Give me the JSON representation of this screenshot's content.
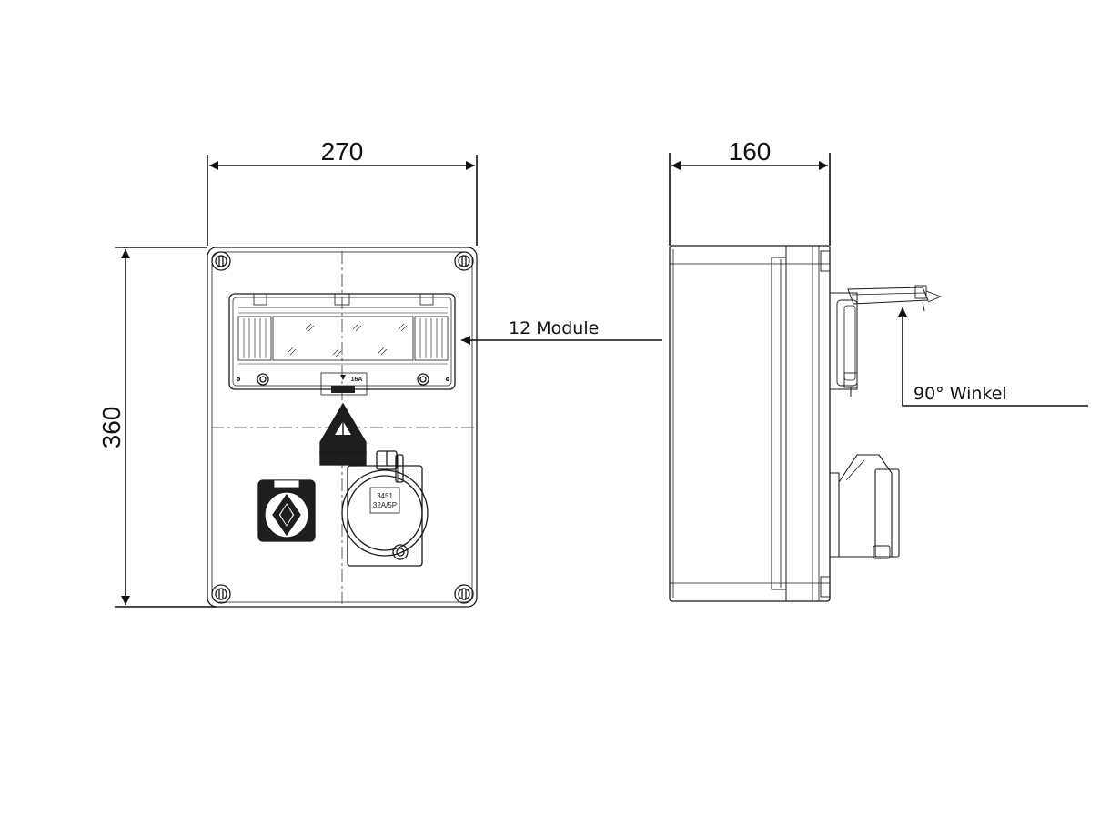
{
  "dimensions": {
    "front_width": "270",
    "front_height": "360",
    "side_depth": "160"
  },
  "annotations": {
    "module_callout": "12 Module",
    "angle_callout": "90° Winkel"
  },
  "socket_label": {
    "line1": "3451",
    "line2": "32A/5P"
  },
  "breaker_label": "16A",
  "colors": {
    "line": "#1a1a1a",
    "fill_dark": "#1e1e1e",
    "centerline": "#333333"
  }
}
